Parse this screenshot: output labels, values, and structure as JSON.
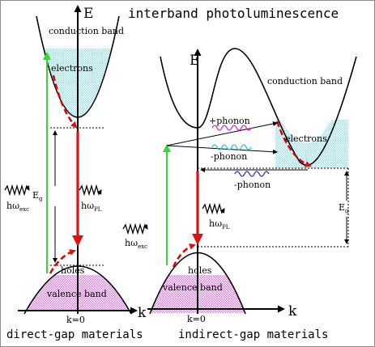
{
  "title": "interband photoluminescence",
  "colors": {
    "electrons_fill": "#9fe3ea",
    "holes_fill": "#e47fe4",
    "emission_arrow": "#e01010",
    "excitation_arrow": "#2ddc2d",
    "plus_phonon_wave": "#e020e0",
    "minus_phonon_wave": "#20c8e0",
    "lower_phonon_wave": "#2a2ae0",
    "wiggle_arrows": "#000000"
  },
  "direct": {
    "caption": "direct-gap materials",
    "energy_axis": "E",
    "k_axis": "k",
    "k0": "k=0",
    "conduction_band": "conduction band",
    "electrons": "electrons",
    "holes": "holes",
    "valence_band": "valence band",
    "gap": {
      "main": "E",
      "sub": "g"
    },
    "excitation": {
      "main": "hω",
      "sub": "exc"
    },
    "emission": {
      "main": "hω",
      "sub": "PL"
    }
  },
  "indirect": {
    "caption": "indirect-gap materials",
    "energy_axis": "E",
    "k_axis": "k",
    "k0": "k=0",
    "conduction_band": "conduction band",
    "electrons": "electrons",
    "holes": "holes",
    "valence_band": "valence band",
    "plus_phonon": "+phonon",
    "minus_phonon": "-phonon",
    "minus_phonon_lower": "-phonon",
    "gap": {
      "main": "E",
      "sub": "g"
    },
    "excitation": {
      "main": "hω",
      "sub": "exc"
    },
    "emission": {
      "main": "hω",
      "sub": "PL"
    }
  }
}
